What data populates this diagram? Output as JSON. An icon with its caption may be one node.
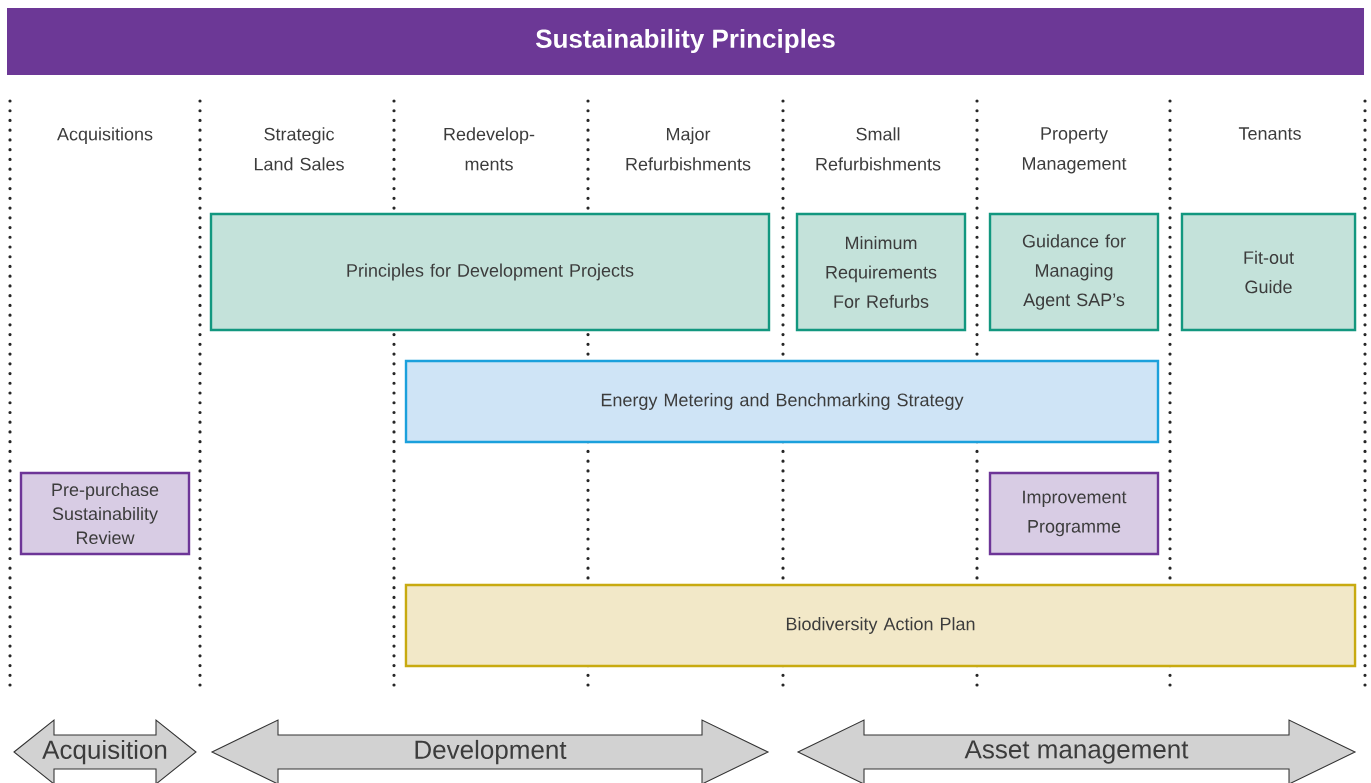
{
  "diagram": {
    "title": "Sustainability Principles",
    "nodes": [
      {
        "text": [
          "Principles for Development Projects"
        ]
      },
      {
        "text": [
          "Minimum Requirements For Refurbs"
        ]
      },
      {
        "text": [
          "Guidance for Managing Agent SAP’s"
        ]
      },
      {
        "text": [
          "Fit-out Guide"
        ]
      },
      {
        "text": [
          "Energy Metering and Benchmarking Strategy"
        ]
      },
      {
        "text": [
          "Pre-purchase Sustainability Review"
        ]
      },
      {
        "text": [
          "Improvement Programme"
        ]
      },
      {
        "text": [
          "Biodiversity Action Plan"
        ]
      },
      {
        "text": [
          "Acquisition"
        ]
      },
      {
        "text": [
          "Development"
        ]
      },
      {
        "text": [
          "Asset management"
        ]
      }
    ],
    "labels": [
      "Acquisitions",
      "Strategic Land Sales",
      "Redevelop-ments",
      "Major Refurbishments",
      "Small Refurbishments",
      "Property Management",
      "Tenants"
    ]
  }
}
